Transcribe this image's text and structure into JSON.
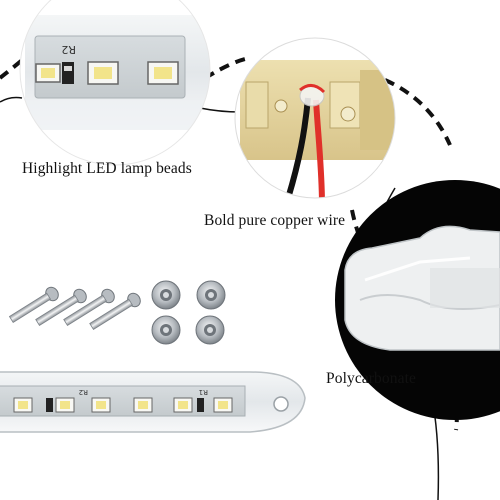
{
  "captions": {
    "led": "Highlight LED lamp beads",
    "wire": "Bold pure copper wire",
    "poly": "Polycarbonate"
  },
  "pcb_labels": {
    "top_r2": "R2",
    "bottom_r2": "R2",
    "bottom_r1": "R1"
  },
  "colors": {
    "background": "#ffffff",
    "led_yellow": "#f2e48a",
    "wire_red": "#e0302a",
    "wire_black": "#111111",
    "dash_line": "#111111"
  },
  "icons": {
    "screws": "screw",
    "nuts": "lock-nut"
  }
}
